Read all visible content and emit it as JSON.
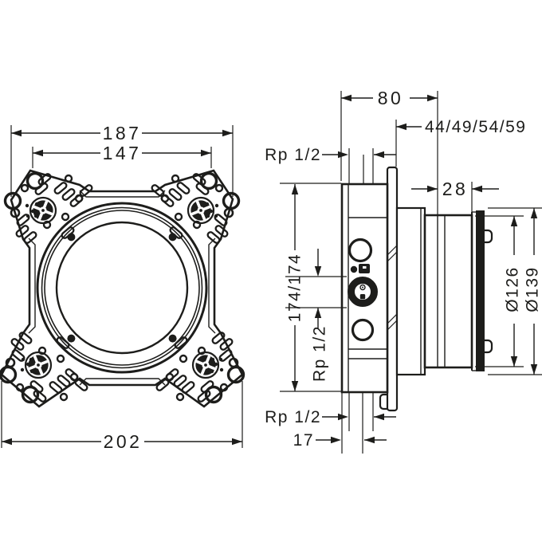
{
  "colors": {
    "ink": "#1d1d1b",
    "background": "#ffffff"
  },
  "front_view": {
    "width_top": "187",
    "width_inner": "147",
    "width_bottom": "202"
  },
  "side_view": {
    "depth": "80",
    "depth_options": "44/49/54/59",
    "connection_top": "Rp 1/2",
    "collar_depth": "28",
    "height": "174/174",
    "connection_center": "Rp 1/2",
    "diameter_body": "Ø126",
    "diameter_flange": "Ø139",
    "connection_bottom": "Rp 1/2",
    "offset_bottom": "17"
  }
}
